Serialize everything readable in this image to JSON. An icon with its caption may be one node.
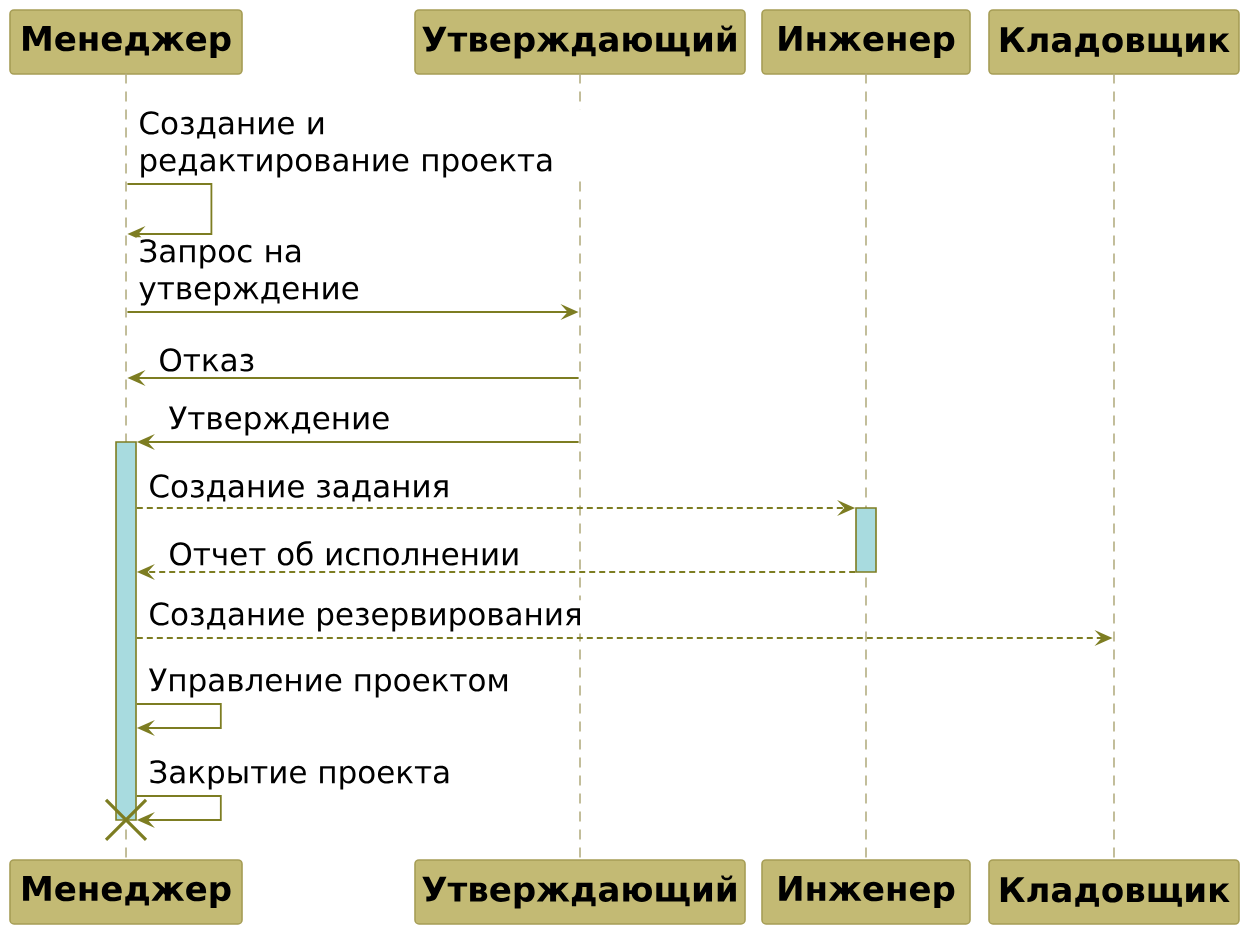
{
  "diagram": {
    "nodes": [
      {
        "text": [
          "Менеджер"
        ]
      },
      {
        "text": [
          "Утверждающий"
        ]
      },
      {
        "text": [
          "Инженер"
        ]
      },
      {
        "text": [
          "Кладовщик"
        ]
      },
      {
        "text": [
          "Менеджер"
        ]
      },
      {
        "text": [
          "Утверждающий"
        ]
      },
      {
        "text": [
          "Инженер"
        ]
      },
      {
        "text": [
          "Кладовщик"
        ]
      },
      {
        "text": [],
        "shape": "line"
      },
      {
        "text": [],
        "shape": "line"
      },
      {
        "text": [],
        "shape": "line"
      },
      {
        "text": [],
        "shape": "line"
      },
      {
        "text": [],
        "shape": "bar"
      },
      {
        "text": [],
        "shape": "bar"
      }
    ],
    "edges": [
      {
        "from": 8,
        "to": 8,
        "arrow": "to",
        "label": "Создание и редактирование проекта"
      },
      {
        "from": 8,
        "to": 9,
        "arrow": "to",
        "label": "Запрос на утверждение"
      },
      {
        "from": 9,
        "to": 8,
        "arrow": "to",
        "label": "Отказ"
      },
      {
        "from": 9,
        "to": 12,
        "arrow": "to",
        "label": "Утверждение"
      },
      {
        "from": 12,
        "to": 13,
        "arrow": "to",
        "label": "Создание задания",
        "style": "dashed"
      },
      {
        "from": 13,
        "to": 12,
        "arrow": "to",
        "label": "Отчет об исполнении",
        "style": "dashed"
      },
      {
        "from": 12,
        "to": 11,
        "arrow": "to",
        "label": "Создание резервирования",
        "style": "dashed"
      },
      {
        "from": 12,
        "to": 12,
        "arrow": "to",
        "label": "Управление проектом"
      },
      {
        "from": 12,
        "to": 12,
        "arrow": "to",
        "label": "Закрытие проекта"
      }
    ]
  }
}
